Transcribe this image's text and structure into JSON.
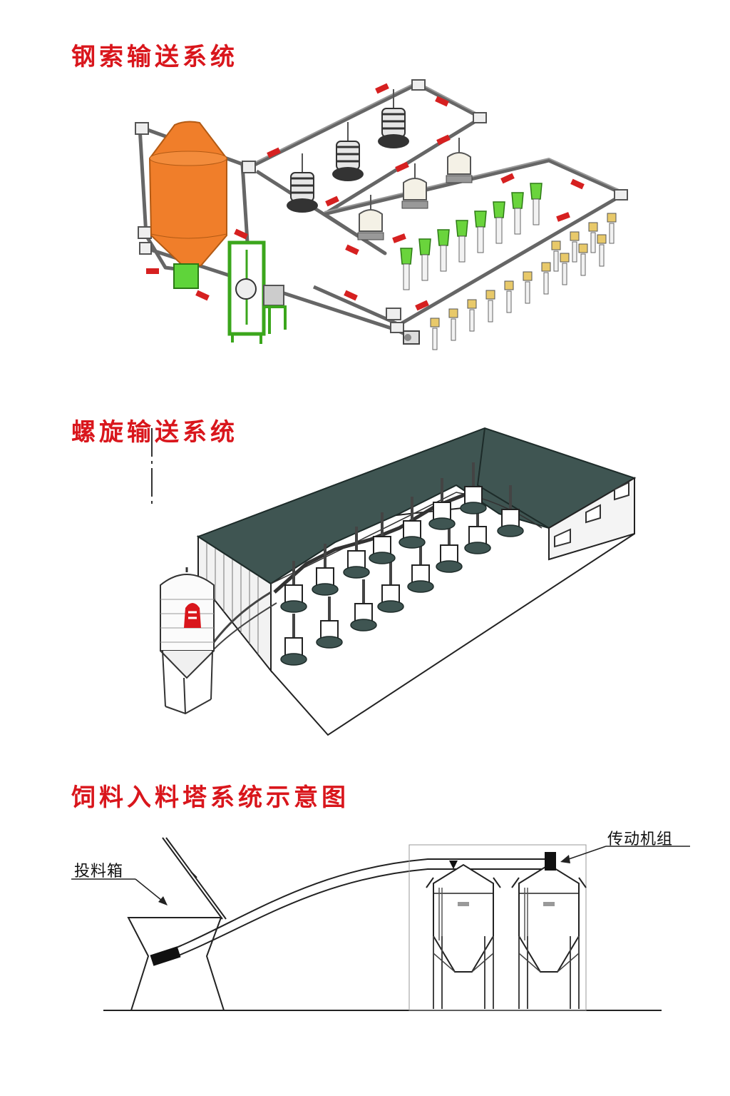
{
  "sections": {
    "cable": {
      "title": "钢索输送系统"
    },
    "auger": {
      "title": "螺旋输送系统"
    },
    "tower": {
      "title": "饲料入料塔系统示意图",
      "labels": {
        "feed_box": "投料箱",
        "drive_unit": "传动机组"
      }
    }
  },
  "colors": {
    "title_red": "#d9161c",
    "silo_orange": "#f07e2a",
    "motor_green": "#5fd43a",
    "feeder_green": "#6ad43c",
    "roof_gray": "#3f5552",
    "arrow_red": "#d62020"
  }
}
